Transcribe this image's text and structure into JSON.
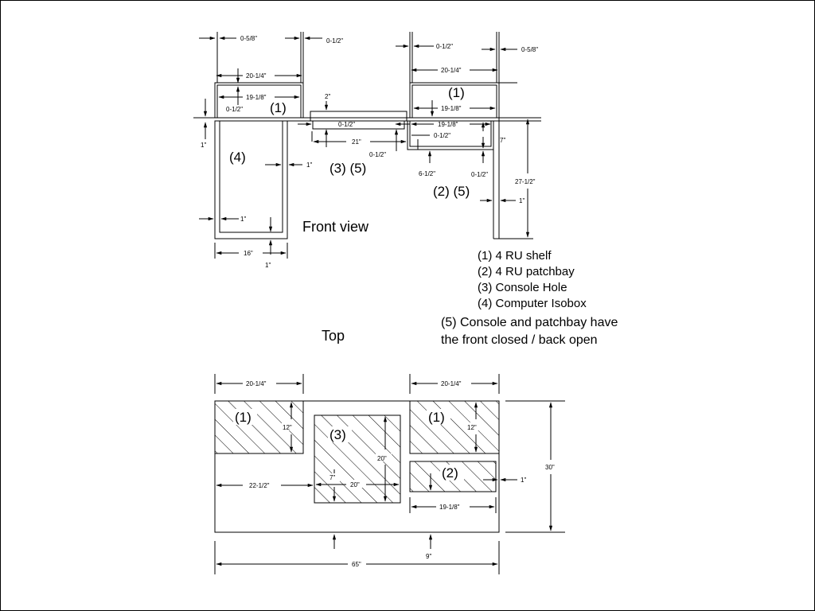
{
  "front_view": {
    "title": "Front view",
    "labels": {
      "shelf_left": "(1)",
      "shelf_right": "(1)",
      "isobox": "(4)",
      "console": "(3) (5)",
      "patchbay": "(2) (5)"
    },
    "dims": {
      "d_0_5_8_left": "0-5/8\"",
      "d_0_1_2_top_a": "0-1/2\"",
      "d_0_1_2_top_b": "0-1/2\"",
      "d_0_5_8_right": "0-5/8\"",
      "d_20_1_4_left": "20-1/4\"",
      "d_20_1_4_right": "20-1/4\"",
      "d_19_1_8_left": "19-1/8\"",
      "d_19_1_8_right": "19-1/8\"",
      "d_0_1_2_left": "0-1/2\"",
      "d_2": "2\"",
      "d_0_1_2_console": "0-1/2\"",
      "d_19_1_8_patch": "19-1/8\"",
      "d_1_left": "1\"",
      "d_21": "21\"",
      "d_0_1_2_patch": "0-1/2\"",
      "d_7": "7\"",
      "d_0_1_2_under": "0-1/2\"",
      "d_1_mid": "1\"",
      "d_6_1_2": "6-1/2\"",
      "d_0_1_2_right": "0-1/2\"",
      "d_27_1_2": "27-1/2\"",
      "d_1_right": "1\"",
      "d_1_inner": "1\"",
      "d_16": "16\"",
      "d_1_bottom": "1\""
    }
  },
  "legend": {
    "items": [
      "(1) 4 RU shelf",
      "(2) 4 RU patchbay",
      "(3) Console Hole",
      "(4) Computer Isobox"
    ],
    "note_line1": "(5) Console and patchbay have",
    "note_line2": "the front closed / back open"
  },
  "top_view": {
    "title": "Top",
    "labels": {
      "shelf_left": "(1)",
      "console": "(3)",
      "shelf_right": "(1)",
      "patchbay": "(2)"
    },
    "dims": {
      "d_20_1_4_left": "20-1/4\"",
      "d_20_1_4_right": "20-1/4\"",
      "d_12_left": "12\"",
      "d_12_right": "12\"",
      "d_20_v": "20\"",
      "d_30": "30\"",
      "d_22_1_2": "22-1/2\"",
      "d_7": "7\"",
      "d_20_h": "20\"",
      "d_1": "1\"",
      "d_19_1_8": "19-1/8\"",
      "d_65": "65\"",
      "d_9": "9\""
    }
  }
}
